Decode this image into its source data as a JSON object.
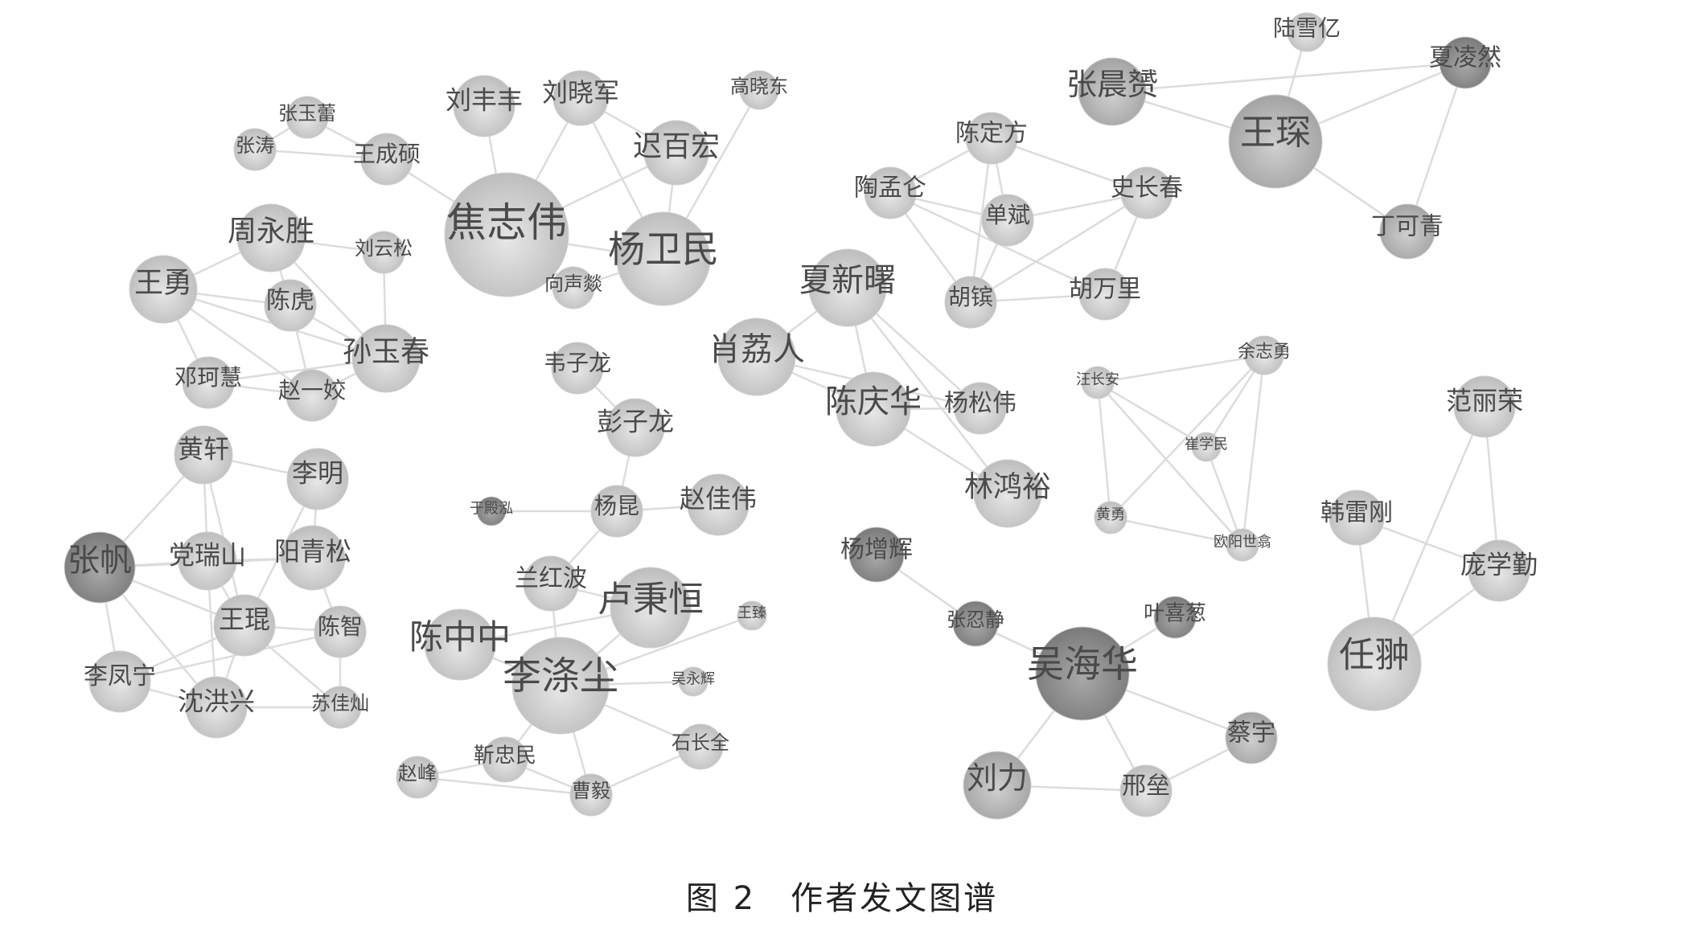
{
  "caption": "图 2　作者发文图谱",
  "colors": {
    "light": "#bdbdbd",
    "mid": "#a8a8a8",
    "dark": "#7d7d7d",
    "edge": "#dcdcdc",
    "text": "#4a4a4a"
  },
  "nodes": [
    {
      "id": "焦志伟",
      "shade": "light"
    },
    {
      "id": "杨卫民",
      "shade": "light"
    },
    {
      "id": "迟百宏",
      "shade": "light"
    },
    {
      "id": "刘晓军",
      "shade": "light"
    },
    {
      "id": "刘丰丰",
      "shade": "light"
    },
    {
      "id": "高晓东",
      "shade": "light"
    },
    {
      "id": "王成硕",
      "shade": "light"
    },
    {
      "id": "张玉蕾",
      "shade": "light"
    },
    {
      "id": "张涛",
      "shade": "light"
    },
    {
      "id": "周永胜",
      "shade": "light"
    },
    {
      "id": "刘云松",
      "shade": "light"
    },
    {
      "id": "向声燚",
      "shade": "light"
    },
    {
      "id": "王勇",
      "shade": "light"
    },
    {
      "id": "陈虎",
      "shade": "light"
    },
    {
      "id": "孙玉春",
      "shade": "light"
    },
    {
      "id": "邓珂慧",
      "shade": "light"
    },
    {
      "id": "赵一姣",
      "shade": "light"
    },
    {
      "id": "黄轩",
      "shade": "light"
    },
    {
      "id": "李明",
      "shade": "light"
    },
    {
      "id": "张帆",
      "shade": "dark"
    },
    {
      "id": "党瑞山",
      "shade": "light"
    },
    {
      "id": "阳青松",
      "shade": "light"
    },
    {
      "id": "王琨",
      "shade": "light"
    },
    {
      "id": "陈智",
      "shade": "light"
    },
    {
      "id": "李凤宁",
      "shade": "light"
    },
    {
      "id": "沈洪兴",
      "shade": "light"
    },
    {
      "id": "苏佳灿",
      "shade": "light"
    },
    {
      "id": "韦子龙",
      "shade": "light"
    },
    {
      "id": "彭子龙",
      "shade": "light"
    },
    {
      "id": "杨昆",
      "shade": "light"
    },
    {
      "id": "赵佳伟",
      "shade": "light"
    },
    {
      "id": "于殿泓",
      "shade": "dark"
    },
    {
      "id": "兰红波",
      "shade": "light"
    },
    {
      "id": "卢秉恒",
      "shade": "light"
    },
    {
      "id": "陈中中",
      "shade": "light"
    },
    {
      "id": "李涤尘",
      "shade": "light"
    },
    {
      "id": "王臻",
      "shade": "light"
    },
    {
      "id": "吴永辉",
      "shade": "light"
    },
    {
      "id": "石长全",
      "shade": "light"
    },
    {
      "id": "靳忠民",
      "shade": "light"
    },
    {
      "id": "赵峰",
      "shade": "light"
    },
    {
      "id": "曹毅",
      "shade": "light"
    },
    {
      "id": "夏新曙",
      "shade": "light"
    },
    {
      "id": "肖荔人",
      "shade": "light"
    },
    {
      "id": "陈庆华",
      "shade": "light"
    },
    {
      "id": "杨松伟",
      "shade": "light"
    },
    {
      "id": "林鸿裕",
      "shade": "light"
    },
    {
      "id": "陈定方",
      "shade": "light"
    },
    {
      "id": "陶孟仑",
      "shade": "light"
    },
    {
      "id": "单斌",
      "shade": "light"
    },
    {
      "id": "史长春",
      "shade": "light"
    },
    {
      "id": "胡镔",
      "shade": "light"
    },
    {
      "id": "胡万里",
      "shade": "light"
    },
    {
      "id": "陆雪亿",
      "shade": "light"
    },
    {
      "id": "夏凌然",
      "shade": "dark"
    },
    {
      "id": "张晨赟",
      "shade": "mid"
    },
    {
      "id": "王琛",
      "shade": "mid"
    },
    {
      "id": "丁可青",
      "shade": "mid"
    },
    {
      "id": "余志勇",
      "shade": "light"
    },
    {
      "id": "汪长安",
      "shade": "light"
    },
    {
      "id": "崔学民",
      "shade": "light"
    },
    {
      "id": "黄勇",
      "shade": "light"
    },
    {
      "id": "欧阳世翕",
      "shade": "light"
    },
    {
      "id": "范丽荣",
      "shade": "light"
    },
    {
      "id": "韩雷刚",
      "shade": "light"
    },
    {
      "id": "庞学勤",
      "shade": "light"
    },
    {
      "id": "任翀",
      "shade": "light"
    },
    {
      "id": "杨增辉",
      "shade": "dark"
    },
    {
      "id": "张忍静",
      "shade": "dark"
    },
    {
      "id": "叶喜葱",
      "shade": "dark"
    },
    {
      "id": "吴海华",
      "shade": "dark"
    },
    {
      "id": "蔡宇",
      "shade": "mid"
    },
    {
      "id": "刘力",
      "shade": "mid"
    },
    {
      "id": "邢垒",
      "shade": "light"
    }
  ],
  "edges": [
    [
      "焦志伟",
      "杨卫民"
    ],
    [
      "焦志伟",
      "迟百宏"
    ],
    [
      "焦志伟",
      "刘晓军"
    ],
    [
      "焦志伟",
      "刘丰丰"
    ],
    [
      "焦志伟",
      "王成硕"
    ],
    [
      "焦志伟",
      "向声燚"
    ],
    [
      "杨卫民",
      "迟百宏"
    ],
    [
      "杨卫民",
      "刘晓军"
    ],
    [
      "杨卫民",
      "高晓东"
    ],
    [
      "迟百宏",
      "刘晓军"
    ],
    [
      "杨卫民",
      "向声燚"
    ],
    [
      "王成硕",
      "张玉蕾"
    ],
    [
      "王成硕",
      "张涛"
    ],
    [
      "张涛",
      "张玉蕾"
    ],
    [
      "周永胜",
      "王勇"
    ],
    [
      "周永胜",
      "刘云松"
    ],
    [
      "周永胜",
      "陈虎"
    ],
    [
      "周永胜",
      "孙玉春"
    ],
    [
      "王勇",
      "陈虎"
    ],
    [
      "王勇",
      "孙玉春"
    ],
    [
      "王勇",
      "邓珂慧"
    ],
    [
      "王勇",
      "赵一姣"
    ],
    [
      "陈虎",
      "孙玉春"
    ],
    [
      "孙玉春",
      "刘云松"
    ],
    [
      "邓珂慧",
      "赵一姣"
    ],
    [
      "孙玉春",
      "赵一姣"
    ],
    [
      "陈虎",
      "赵一姣"
    ],
    [
      "邓珂慧",
      "孙玉春"
    ],
    [
      "张帆",
      "黄轩"
    ],
    [
      "张帆",
      "党瑞山"
    ],
    [
      "张帆",
      "王琨"
    ],
    [
      "张帆",
      "李凤宁"
    ],
    [
      "张帆",
      "沈洪兴"
    ],
    [
      "张帆",
      "阳青松"
    ],
    [
      "黄轩",
      "李明"
    ],
    [
      "黄轩",
      "党瑞山"
    ],
    [
      "黄轩",
      "王琨"
    ],
    [
      "李明",
      "阳青松"
    ],
    [
      "李明",
      "王琨"
    ],
    [
      "党瑞山",
      "阳青松"
    ],
    [
      "党瑞山",
      "王琨"
    ],
    [
      "党瑞山",
      "沈洪兴"
    ],
    [
      "王琨",
      "陈智"
    ],
    [
      "王琨",
      "沈洪兴"
    ],
    [
      "王琨",
      "李凤宁"
    ],
    [
      "王琨",
      "苏佳灿"
    ],
    [
      "阳青松",
      "陈智"
    ],
    [
      "陈智",
      "苏佳灿"
    ],
    [
      "沈洪兴",
      "苏佳灿"
    ],
    [
      "李凤宁",
      "沈洪兴"
    ],
    [
      "李凤宁",
      "陈智"
    ],
    [
      "韦子龙",
      "彭子龙"
    ],
    [
      "彭子龙",
      "杨昆"
    ],
    [
      "杨昆",
      "赵佳伟"
    ],
    [
      "杨昆",
      "于殿泓"
    ],
    [
      "杨昆",
      "兰红波"
    ],
    [
      "兰红波",
      "李涤尘"
    ],
    [
      "卢秉恒",
      "李涤尘"
    ],
    [
      "陈中中",
      "李涤尘"
    ],
    [
      "李涤尘",
      "王臻"
    ],
    [
      "李涤尘",
      "吴永辉"
    ],
    [
      "李涤尘",
      "石长全"
    ],
    [
      "李涤尘",
      "靳忠民"
    ],
    [
      "李涤尘",
      "曹毅"
    ],
    [
      "靳忠民",
      "赵峰"
    ],
    [
      "靳忠民",
      "曹毅"
    ],
    [
      "赵峰",
      "曹毅"
    ],
    [
      "曹毅",
      "石长全"
    ],
    [
      "卢秉恒",
      "陈中中"
    ],
    [
      "卢秉恒",
      "兰红波"
    ],
    [
      "夏新曙",
      "肖荔人"
    ],
    [
      "夏新曙",
      "陈庆华"
    ],
    [
      "肖荔人",
      "陈庆华"
    ],
    [
      "陈庆华",
      "杨松伟"
    ],
    [
      "陈庆华",
      "林鸿裕"
    ],
    [
      "夏新曙",
      "林鸿裕"
    ],
    [
      "肖荔人",
      "杨松伟"
    ],
    [
      "夏新曙",
      "杨松伟"
    ],
    [
      "陈定方",
      "陶孟仑"
    ],
    [
      "陈定方",
      "单斌"
    ],
    [
      "陈定方",
      "史长春"
    ],
    [
      "陈定方",
      "胡镔"
    ],
    [
      "陶孟仑",
      "单斌"
    ],
    [
      "陶孟仑",
      "胡万里"
    ],
    [
      "单斌",
      "史长春"
    ],
    [
      "单斌",
      "胡镔"
    ],
    [
      "史长春",
      "胡万里"
    ],
    [
      "胡镔",
      "胡万里"
    ],
    [
      "陶孟仑",
      "胡镔"
    ],
    [
      "史长春",
      "胡镔"
    ],
    [
      "王琛",
      "张晨赟"
    ],
    [
      "王琛",
      "陆雪亿"
    ],
    [
      "王琛",
      "夏凌然"
    ],
    [
      "王琛",
      "丁可青"
    ],
    [
      "张晨赟",
      "夏凌然"
    ],
    [
      "夏凌然",
      "丁可青"
    ],
    [
      "余志勇",
      "汪长安"
    ],
    [
      "余志勇",
      "崔学民"
    ],
    [
      "余志勇",
      "黄勇"
    ],
    [
      "余志勇",
      "欧阳世翕"
    ],
    [
      "汪长安",
      "崔学民"
    ],
    [
      "汪长安",
      "黄勇"
    ],
    [
      "汪长安",
      "欧阳世翕"
    ],
    [
      "崔学民",
      "欧阳世翕"
    ],
    [
      "黄勇",
      "欧阳世翕"
    ],
    [
      "范丽荣",
      "任翀"
    ],
    [
      "范丽荣",
      "庞学勤"
    ],
    [
      "韩雷刚",
      "任翀"
    ],
    [
      "韩雷刚",
      "庞学勤"
    ],
    [
      "任翀",
      "庞学勤"
    ],
    [
      "杨增辉",
      "张忍静"
    ],
    [
      "张忍静",
      "吴海华"
    ],
    [
      "叶喜葱",
      "吴海华"
    ],
    [
      "吴海华",
      "刘力"
    ],
    [
      "吴海华",
      "邢垒"
    ],
    [
      "吴海华",
      "蔡宇"
    ],
    [
      "刘力",
      "邢垒"
    ],
    [
      "邢垒",
      "蔡宇"
    ]
  ]
}
